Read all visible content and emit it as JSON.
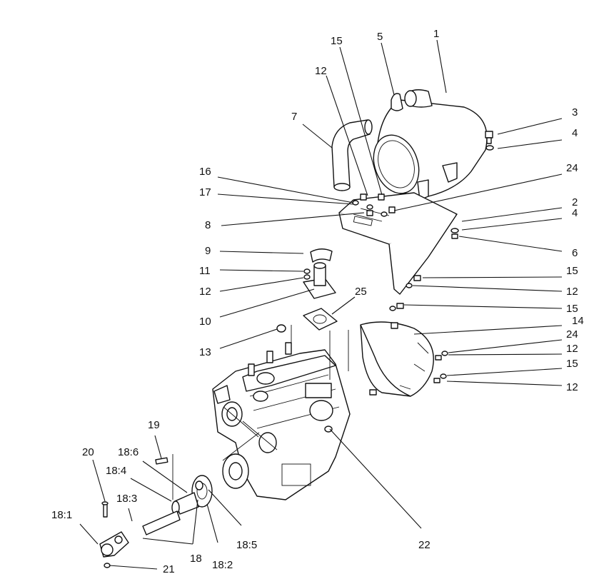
{
  "diagram": {
    "callouts": [
      "1",
      "5",
      "15",
      "12",
      "7",
      "3",
      "4",
      "24",
      "16",
      "17",
      "8",
      "2",
      "4",
      "6",
      "9",
      "11",
      "12",
      "15",
      "12",
      "15",
      "10",
      "25",
      "14",
      "24",
      "12",
      "13",
      "15",
      "12",
      "19",
      "20",
      "18:6",
      "18:4",
      "18:3",
      "18:1",
      "18",
      "18:2",
      "18:5",
      "22",
      "21"
    ]
  }
}
